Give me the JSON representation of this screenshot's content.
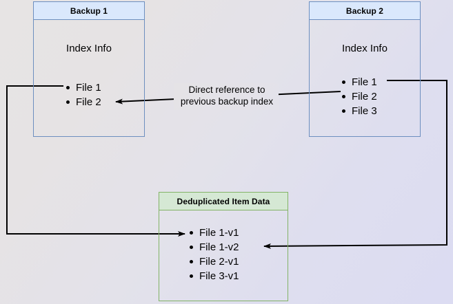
{
  "diagram": {
    "title_hidden": "Backup deduplication reference diagram",
    "background": {
      "gradient_from": "#e7e4e4",
      "gradient_to": "#dcdcf2"
    },
    "colors": {
      "blue_border": "#6c8ebf",
      "blue_header_fill": "#dae8fc",
      "green_border": "#82b366",
      "green_header_fill": "#d5e8d4",
      "arrow": "#000000"
    },
    "nodes": {
      "backup1": {
        "header": "Backup 1",
        "section_label": "Index Info",
        "items": [
          "File 1",
          "File 2"
        ]
      },
      "backup2": {
        "header": "Backup 2",
        "section_label": "Index Info",
        "items": [
          "File 1",
          "File 2",
          "File 3"
        ]
      },
      "dedup": {
        "header": "Deduplicated Item Data",
        "items": [
          "File 1-v1",
          "File 1-v2",
          "File 2-v1",
          "File 3-v1"
        ]
      }
    },
    "annotations": {
      "direct_reference": "Direct reference to\nprevious backup index"
    }
  }
}
